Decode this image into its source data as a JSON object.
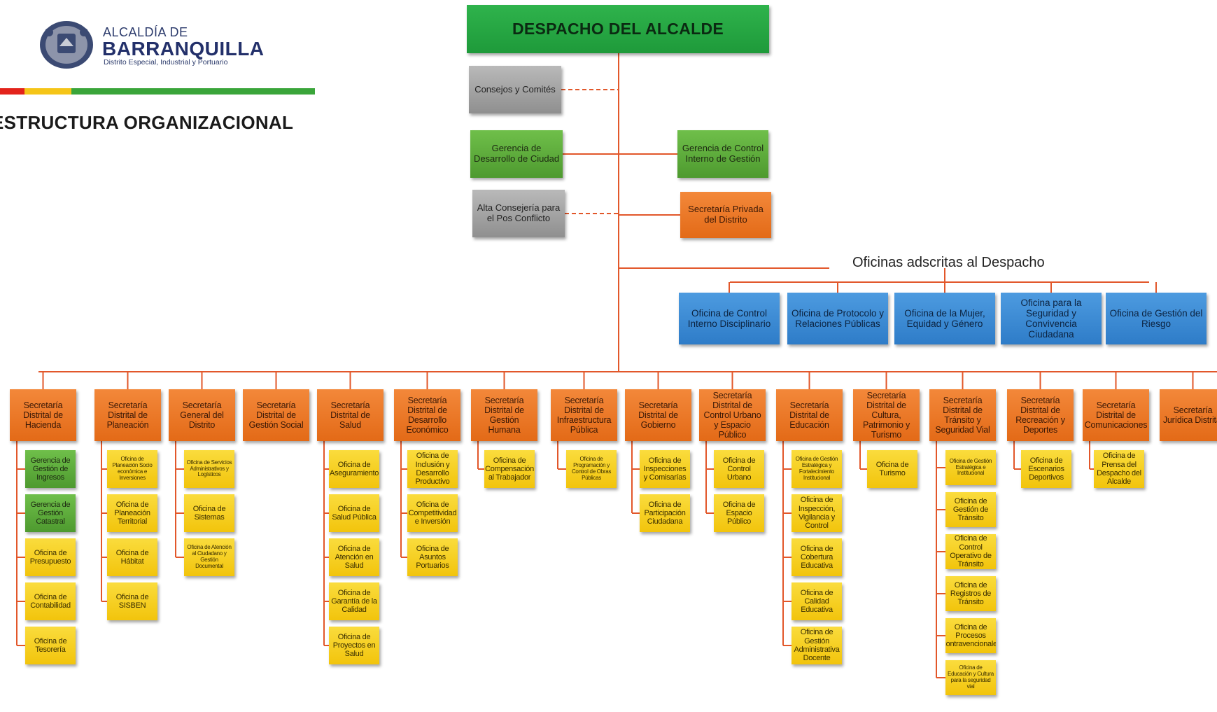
{
  "logo": {
    "line1": "ALCALDÍA DE",
    "line2": "BARRANQUILLA",
    "line3": "Distrito Especial, Industrial y Portuario",
    "stripe_colors": [
      "#e3231b",
      "#f5c518",
      "#3aa53a"
    ]
  },
  "title": "ESTRUCTURA ORGANIZACIONAL",
  "root": "DESPACHO DEL ALCALDE",
  "despacho_left": [
    "Consejos y Comités",
    "Gerencia de Desarrollo de Ciudad",
    "Alta Consejería para el Pos Conflicto"
  ],
  "despacho_right": [
    "Gerencia de Control Interno de Gestión",
    "Secretaría Privada del Distrito"
  ],
  "oficinas_title": "Oficinas adscritas al Despacho",
  "oficinas": [
    "Oficina de Control Interno Disciplinario",
    "Oficina de Protocolo y Relaciones Públicas",
    "Oficina de la Mujer, Equidad y Género",
    "Oficina para la Seguridad y Convivencia Ciudadana",
    "Oficina de Gestión del Riesgo"
  ],
  "secretarias": [
    {
      "name": "Secretaría Distrital de Hacienda",
      "children": [
        "Gerencia de Gestión de Ingresos",
        "Gerencia de Gestión Catastral",
        "Oficina de Presupuesto",
        "Oficina de Contabilidad",
        "Oficina de Tesorería"
      ]
    },
    {
      "name": "Secretaría Distrital de Planeación",
      "children": [
        "Oficina de Planeación Socio económica e Inversiones",
        "Oficina de Planeación Territorial",
        "Oficina de Hábitat",
        "Oficina de SISBEN"
      ]
    },
    {
      "name": "Secretaría General del Distrito",
      "children": [
        "Oficina de Servicios Administrativos y Logísticos",
        "Oficina de Sistemas",
        "Oficina de Atención al Ciudadano y Gestión Documental"
      ]
    },
    {
      "name": "Secretaría Distrital de Gestión Social",
      "children": []
    },
    {
      "name": "Secretaría Distrital de Salud",
      "children": [
        "Oficina de Aseguramiento",
        "Oficina de Salud Pública",
        "Oficina de Atención en Salud",
        "Oficina de Garantía de la Calidad",
        "Oficina de Proyectos en Salud"
      ]
    },
    {
      "name": "Secretaría Distrital de Desarrollo Económico",
      "children": [
        "Oficina de Inclusión y Desarrollo Productivo",
        "Oficina de Competitividad e Inversión",
        "Oficina de Asuntos Portuarios"
      ]
    },
    {
      "name": "Secretaría Distrital de Gestión Humana",
      "children": [
        "Oficina de Compensación al Trabajador"
      ]
    },
    {
      "name": "Secretaría Distrital de Infraestructura Pública",
      "children": [
        "Oficina de Programación y Control de Obras Públicas"
      ]
    },
    {
      "name": "Secretaría Distrital de Gobierno",
      "children": [
        "Oficina de Inspecciones y Comisarías",
        "Oficina de Participación Ciudadana"
      ]
    },
    {
      "name": "Secretaría Distrital de Control Urbano y Espacio Público",
      "children": [
        "Oficina de Control Urbano",
        "Oficina de Espacio Público"
      ]
    },
    {
      "name": "Secretaría Distrital de Educación",
      "children": [
        "Oficina de Gestión Estratégica y Fortalecimiento Institucional",
        "Oficina de Inspección, Vigilancia y Control",
        "Oficina de Cobertura Educativa",
        "Oficina de Calidad Educativa",
        "Oficina de Gestión Administrativa Docente"
      ]
    },
    {
      "name": "Secretaría Distrital de Cultura, Patrimonio y Turismo",
      "children": [
        "Oficina de Turismo"
      ]
    },
    {
      "name": "Secretaría Distrital de Tránsito y Seguridad Vial",
      "children": [
        "Oficina de Gestión Estratégica e Institucional",
        "Oficina de Gestión de Tránsito",
        "Oficina de Control Operativo de Tránsito",
        "Oficina de Registros de Tránsito",
        "Oficina de Procesos Contravencionales",
        "Oficina de Educación y Cultura para la seguridad vial"
      ]
    },
    {
      "name": "Secretaría Distrital de Recreación y Deportes",
      "children": [
        "Oficina de Escenarios Deportivos"
      ]
    },
    {
      "name": "Secretaría Distrital de Comunicaciones",
      "children": [
        "Oficina de Prensa del Despacho del Alcalde"
      ]
    },
    {
      "name": "Secretaría Jurídica Distrital",
      "children": []
    }
  ]
}
